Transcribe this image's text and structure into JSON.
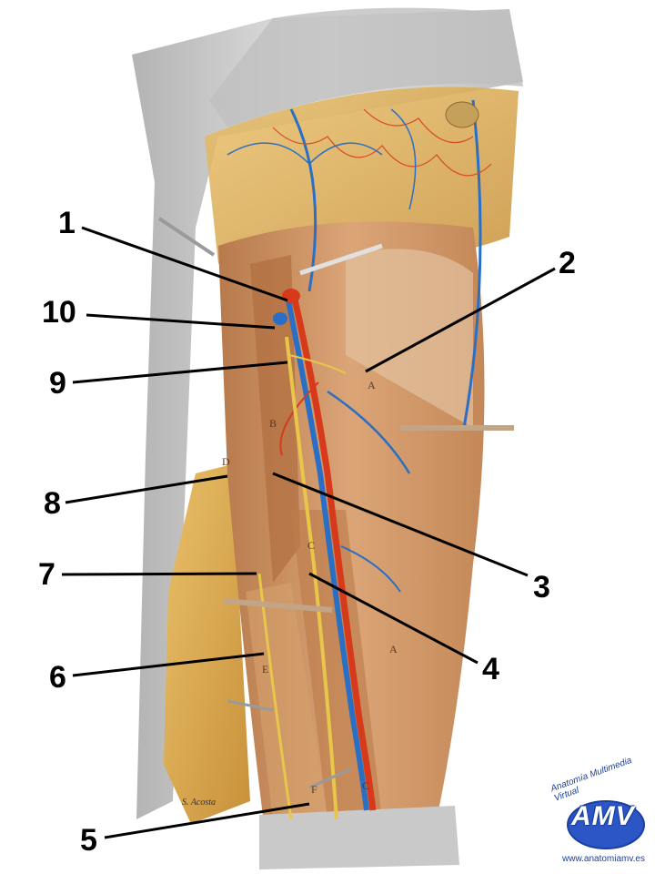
{
  "labels": {
    "n1": "1",
    "n2": "2",
    "n3": "3",
    "n4": "4",
    "n5": "5",
    "n6": "6",
    "n7": "7",
    "n8": "8",
    "n9": "9",
    "n10": "10"
  },
  "regions": {
    "a1": "A",
    "a2": "A",
    "b": "B",
    "c1": "C",
    "c2": "C",
    "d": "D",
    "e": "E",
    "f": "F"
  },
  "signature": "S. Acosta",
  "logo": {
    "name": "AMV",
    "tagline": "Anatomía Multimedia Virtual",
    "url": "www.anatomiamv.es"
  },
  "colors": {
    "label_text": "#000000",
    "leader_line": "#000000",
    "artery": "#d63a1a",
    "vein": "#2a6fc4",
    "nerve": "#e8c64a",
    "muscle": "#c98a5a",
    "fat": "#e2b24a",
    "fascia": "#c8c8c8",
    "logo_blue": "#1a3fa0"
  }
}
